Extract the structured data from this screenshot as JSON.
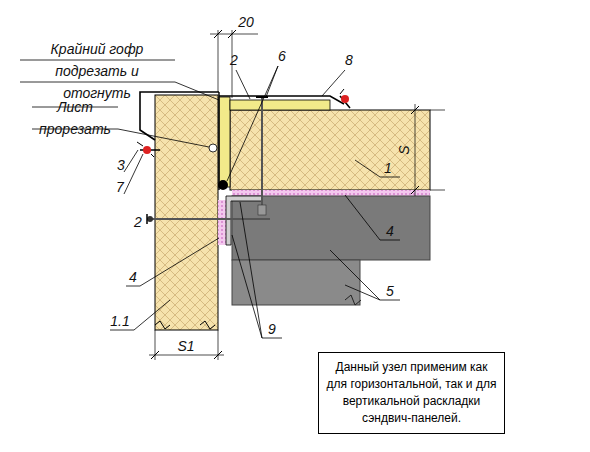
{
  "diagram": {
    "nodes": [
      {
        "text": [
          "Данный узел применим как для горизонтальной, так и для вертикальной раскладки сэндвич-панелей."
        ]
      }
    ],
    "labels": [
      "Крайний гофр подрезать и отогнуть",
      "Лист прорезать",
      "20",
      "2",
      "6",
      "8",
      "3",
      "7",
      "1",
      "S",
      "4",
      "2",
      "4",
      "5",
      "1.1",
      "S1",
      "9"
    ]
  }
}
